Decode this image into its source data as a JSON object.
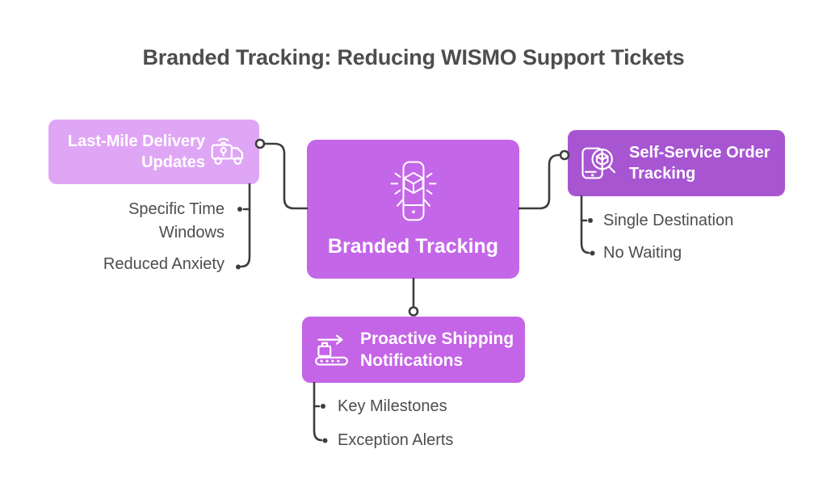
{
  "title": "Branded Tracking: Reducing WISMO Support Tickets",
  "center": {
    "label": "Branded Tracking",
    "icon": "phone-package-icon"
  },
  "branches": {
    "left": {
      "label": "Last-Mile Delivery Updates",
      "icon": "delivery-truck-tracking-icon",
      "items": [
        "Specific Time Windows",
        "Reduced Anxiety"
      ]
    },
    "right": {
      "label": "Self-Service Order Tracking",
      "icon": "order-search-icon",
      "items": [
        "Single Destination",
        "No Waiting"
      ]
    },
    "bottom": {
      "label": "Proactive Shipping Notifications",
      "icon": "conveyor-shipping-icon",
      "items": [
        "Key Milestones",
        "Exception Alerts"
      ]
    }
  },
  "colors": {
    "left_box": "#E0A6F6",
    "center_box": "#C466E8",
    "right_box": "#A855D2",
    "bottom_box": "#C464E7",
    "connector": "#3D3D3D",
    "text_dark": "#4D4D4D",
    "box_text": "#FFFFFF",
    "background": "#FFFFFF"
  }
}
